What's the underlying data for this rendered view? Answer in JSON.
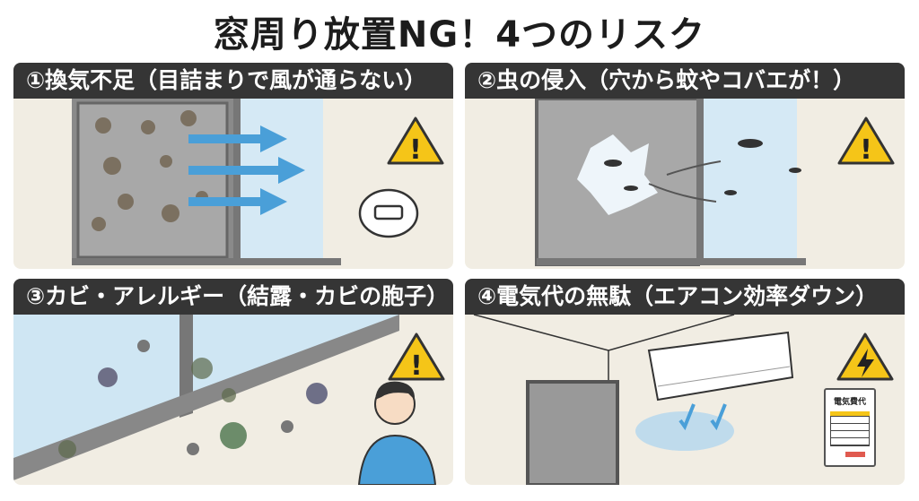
{
  "title": "窓周り放置NG！4つのリスク",
  "panels": [
    {
      "header": "①換気不足（目詰まりで風が通らない）",
      "icons": [
        "warning-icon",
        "clogged-screen-icon",
        "airflow-arrow-icon",
        "sofa-thought-bubble-icon"
      ]
    },
    {
      "header": "②虫の侵入（穴から蚊やコバエが！）",
      "icons": [
        "warning-icon",
        "torn-screen-icon",
        "mosquito-icon"
      ]
    },
    {
      "header": "③カビ・アレルギー（結露・カビの胞子）",
      "icons": [
        "warning-icon",
        "mold-spore-icon",
        "sneezing-person-icon"
      ]
    },
    {
      "header": "④電気代の無駄（エアコン効率ダウン）",
      "icons": [
        "electric-warning-icon",
        "air-conditioner-icon",
        "electricity-bill-icon"
      ],
      "bill_label": "電気費代"
    }
  ],
  "colors": {
    "header_bg": "#353535",
    "panel_bg": "#f1ede3",
    "warning": "#f5c518",
    "arrow": "#4a9fd8"
  }
}
